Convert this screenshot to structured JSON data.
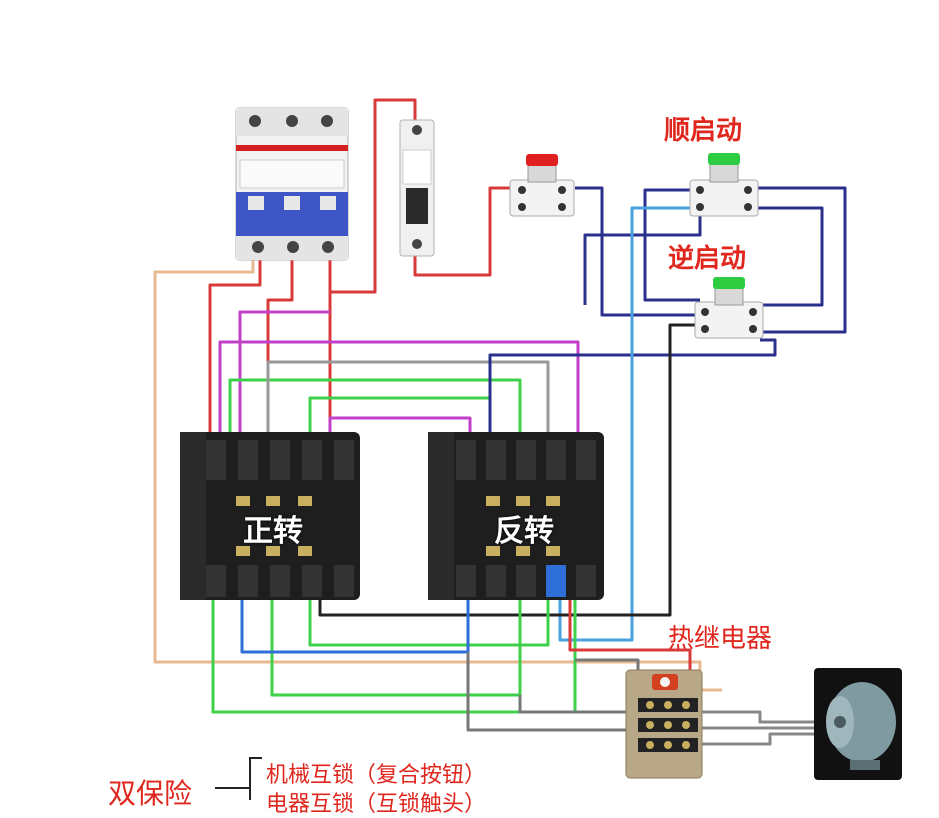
{
  "labels": {
    "forward_start": "顺启动",
    "reverse_start": "逆启动",
    "forward_contactor": "正转",
    "reverse_contactor": "反转",
    "thermal_relay": "热继电器",
    "double_protection": "双保险",
    "mechanical_interlock": "机械互锁（复合按钮）",
    "electrical_interlock": "电器互锁（互锁触头）"
  },
  "colors": {
    "label_red": "#e0271e",
    "wire_red": "#d83a3a",
    "wire_green": "#3fd04a",
    "wire_blue": "#2f6fd8",
    "wire_navy": "#2b2f8c",
    "wire_purple": "#c040c8",
    "wire_tan": "#e8b890",
    "wire_lightblue": "#4aa0e0",
    "wire_black": "#222222",
    "start_button": "#2ecc40",
    "stop_button": "#e02020"
  },
  "components": {
    "main_breaker": "three-pole-breaker",
    "control_breaker": "single-pole-breaker",
    "stop_button": "red-stop-button",
    "forward_button": "green-forward-button",
    "reverse_button": "green-reverse-button",
    "forward_contactor": "ac-contactor",
    "reverse_contactor": "ac-contactor",
    "thermal_relay": "thermal-overload-relay",
    "motor": "three-phase-motor"
  }
}
